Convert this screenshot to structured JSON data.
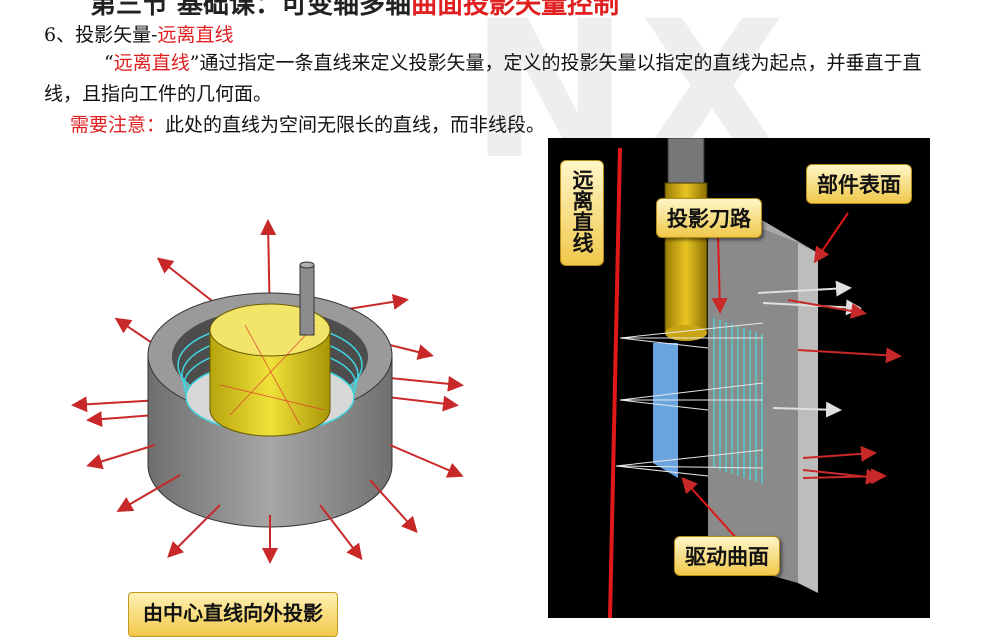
{
  "top_title": {
    "black": "第三节  基础课：可变轴多轴",
    "red": "曲面投影矢量控制"
  },
  "watermark": "NX",
  "section": {
    "number": "6、投影矢量-",
    "highlight": "远离直线"
  },
  "paragraph1": {
    "quote_open": "“",
    "highlight": "远离直线",
    "quote_close": "”",
    "text": "通过指定一条直线来定义投影矢量，定义的投影矢量以指定的直线为起点，并垂直于直线，且指向工件的几何面。"
  },
  "paragraph2": {
    "label": "需要注意：",
    "text": "此处的直线为空间无限长的直线，而非线段。"
  },
  "left_figure": {
    "caption": "由中心直线向外投影"
  },
  "right_figure": {
    "tags": {
      "line": "远离直线",
      "part_surface": "部件表面",
      "projected_toolpath": "投影刀路",
      "drive_surface": "驱动曲面"
    }
  },
  "colors": {
    "accent_red": "#e02020",
    "tag_fill": "#f0c84a",
    "cylinder_yellow": "#e7d21a",
    "wall_gray": "#8a8a8a",
    "vector_red": "#c82828"
  }
}
